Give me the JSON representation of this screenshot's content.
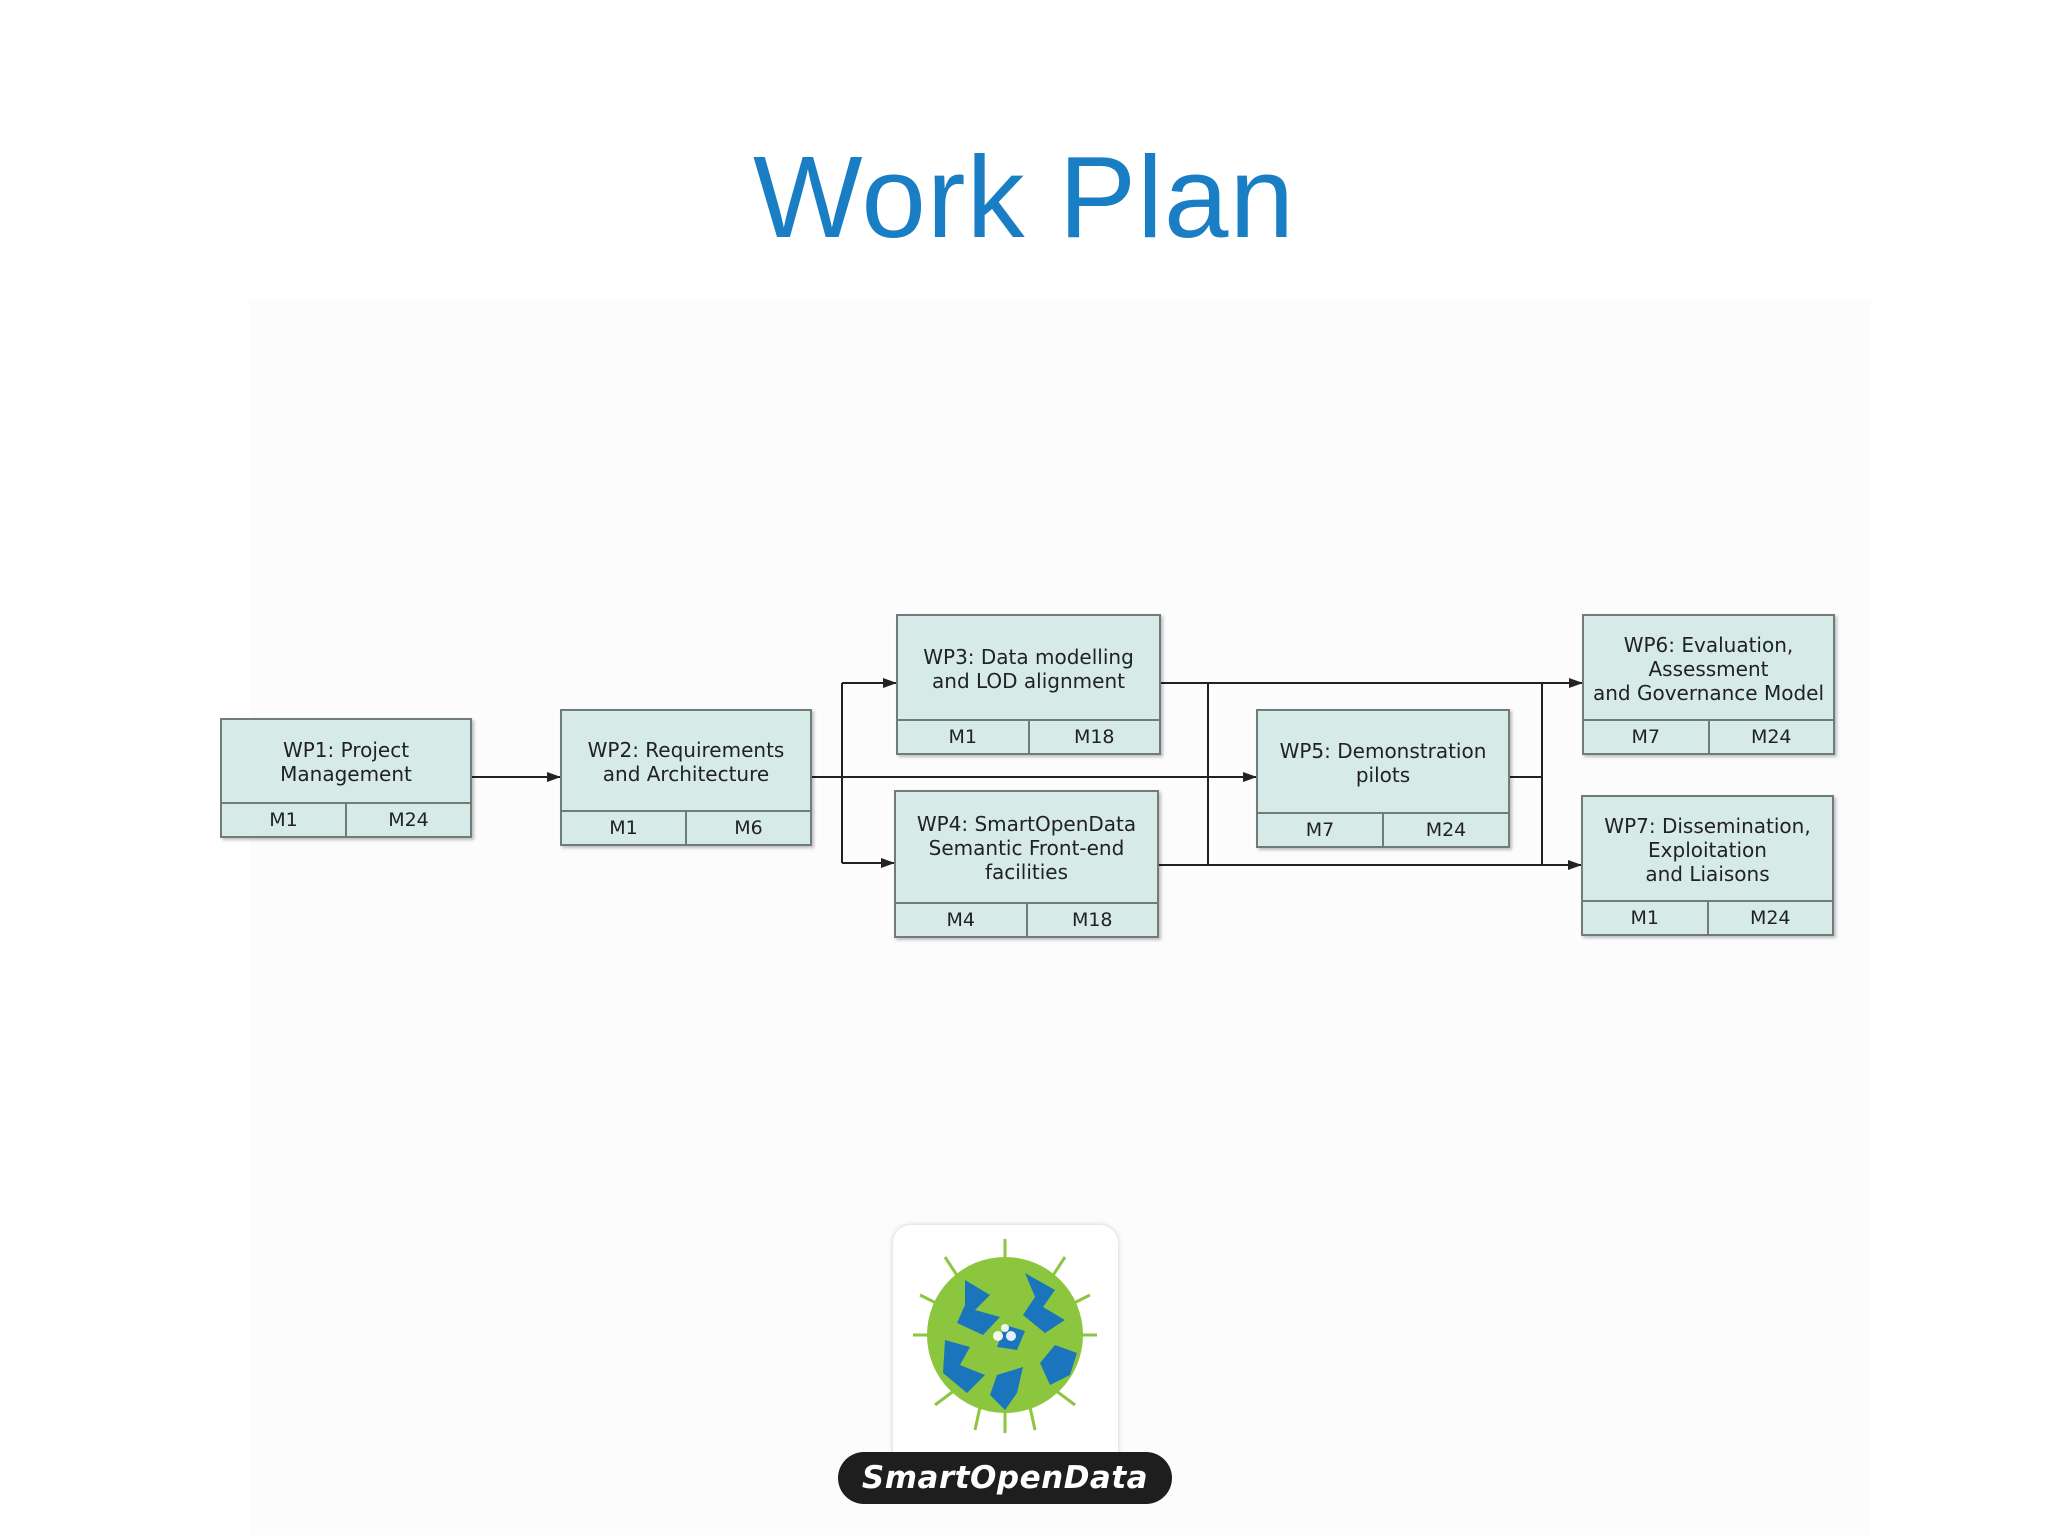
{
  "slide": {
    "title": "Work Plan"
  },
  "work_packages": [
    {
      "id": "wp1",
      "title": "WP1: Project\nManagement",
      "start": "M1",
      "end": "M24"
    },
    {
      "id": "wp2",
      "title": "WP2: Requirements\nand Architecture",
      "start": "M1",
      "end": "M6"
    },
    {
      "id": "wp3",
      "title": "WP3: Data modelling\nand LOD alignment",
      "start": "M1",
      "end": "M18"
    },
    {
      "id": "wp4",
      "title": "WP4: SmartOpenData\nSemantic Front-end\nfacilities",
      "start": "M4",
      "end": "M18"
    },
    {
      "id": "wp5",
      "title": "WP5: Demonstration\npilots",
      "start": "M7",
      "end": "M24"
    },
    {
      "id": "wp6",
      "title": "WP6: Evaluation,\nAssessment\nand Governance Model",
      "start": "M7",
      "end": "M24"
    },
    {
      "id": "wp7",
      "title": "WP7: Dissemination,\nExploitation\nand Liaisons",
      "start": "M1",
      "end": "M24"
    }
  ],
  "connections": [
    {
      "from": "WP1",
      "to": "WP2"
    },
    {
      "from": "WP2",
      "to": "WP3"
    },
    {
      "from": "WP2",
      "to": "WP4"
    },
    {
      "from": "WP2",
      "to": "WP5"
    },
    {
      "from": "WP3",
      "to": "WP6"
    },
    {
      "from": "WP4",
      "to": "WP7"
    },
    {
      "from": "WP5",
      "to": "WP6"
    },
    {
      "from": "WP5",
      "to": "WP7"
    }
  ],
  "logo": {
    "text": "SmartOpenData",
    "icon": "globe-logo-icon"
  },
  "colors": {
    "title": "#1a7ec4",
    "box_fill": "#d6ebe7",
    "box_border": "#6f7c7a",
    "connector": "#222222",
    "globe_green": "#8cc63f",
    "globe_blue": "#1b75bc",
    "banner": "#1e1e1e"
  }
}
